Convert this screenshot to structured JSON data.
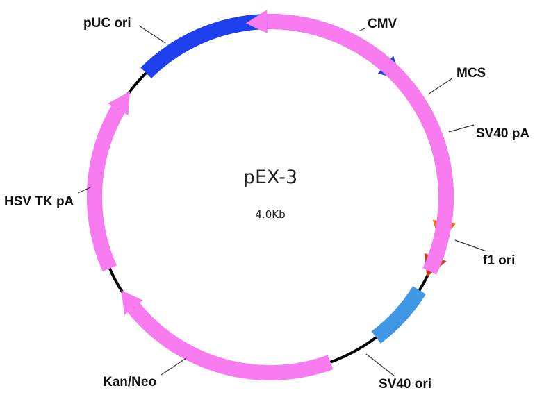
{
  "plasmid": {
    "name": "pEX-3",
    "size": "4.0Kb"
  },
  "colors": {
    "backbone": "#000000",
    "cmv": "#f26f0f",
    "mcs": "#c83a14",
    "polya": "#3f97e6",
    "ori": "#f97bf0",
    "kan_neo": "#1f40ee"
  },
  "features": [
    {
      "id": "cmv",
      "label": "CMV",
      "start_deg": 17,
      "end_deg": 105,
      "direction": "cw",
      "color_key": "cmv"
    },
    {
      "id": "mcs",
      "label": "MCS",
      "start_deg": 108,
      "end_deg": 117,
      "direction": "cw",
      "color_key": "mcs"
    },
    {
      "id": "sv40-pa",
      "label": "SV40 pA",
      "start_deg": 122,
      "end_deg": 143,
      "direction": "none",
      "color_key": "polya"
    },
    {
      "id": "f1-ori",
      "label": "f1 ori",
      "start_deg": 160,
      "end_deg": 238,
      "direction": "cw",
      "color_key": "ori"
    },
    {
      "id": "sv40-ori",
      "label": "SV40 ori",
      "start_deg": 246,
      "end_deg": 307,
      "direction": "cw",
      "color_key": "ori"
    },
    {
      "id": "kan-neo",
      "label": "Kan/Neo",
      "start_deg": 315,
      "end_deg": 408,
      "direction": "cw",
      "color_key": "kan_neo"
    },
    {
      "id": "hsv-tk-pa",
      "label": "HSV TK pA",
      "start_deg": 432,
      "end_deg": 449,
      "direction": "none",
      "color_key": "polya"
    },
    {
      "id": "puc-ori",
      "label": "pUC ori",
      "start_deg": 475,
      "end_deg": 352,
      "direction": "ccw",
      "color_key": "ori"
    }
  ]
}
